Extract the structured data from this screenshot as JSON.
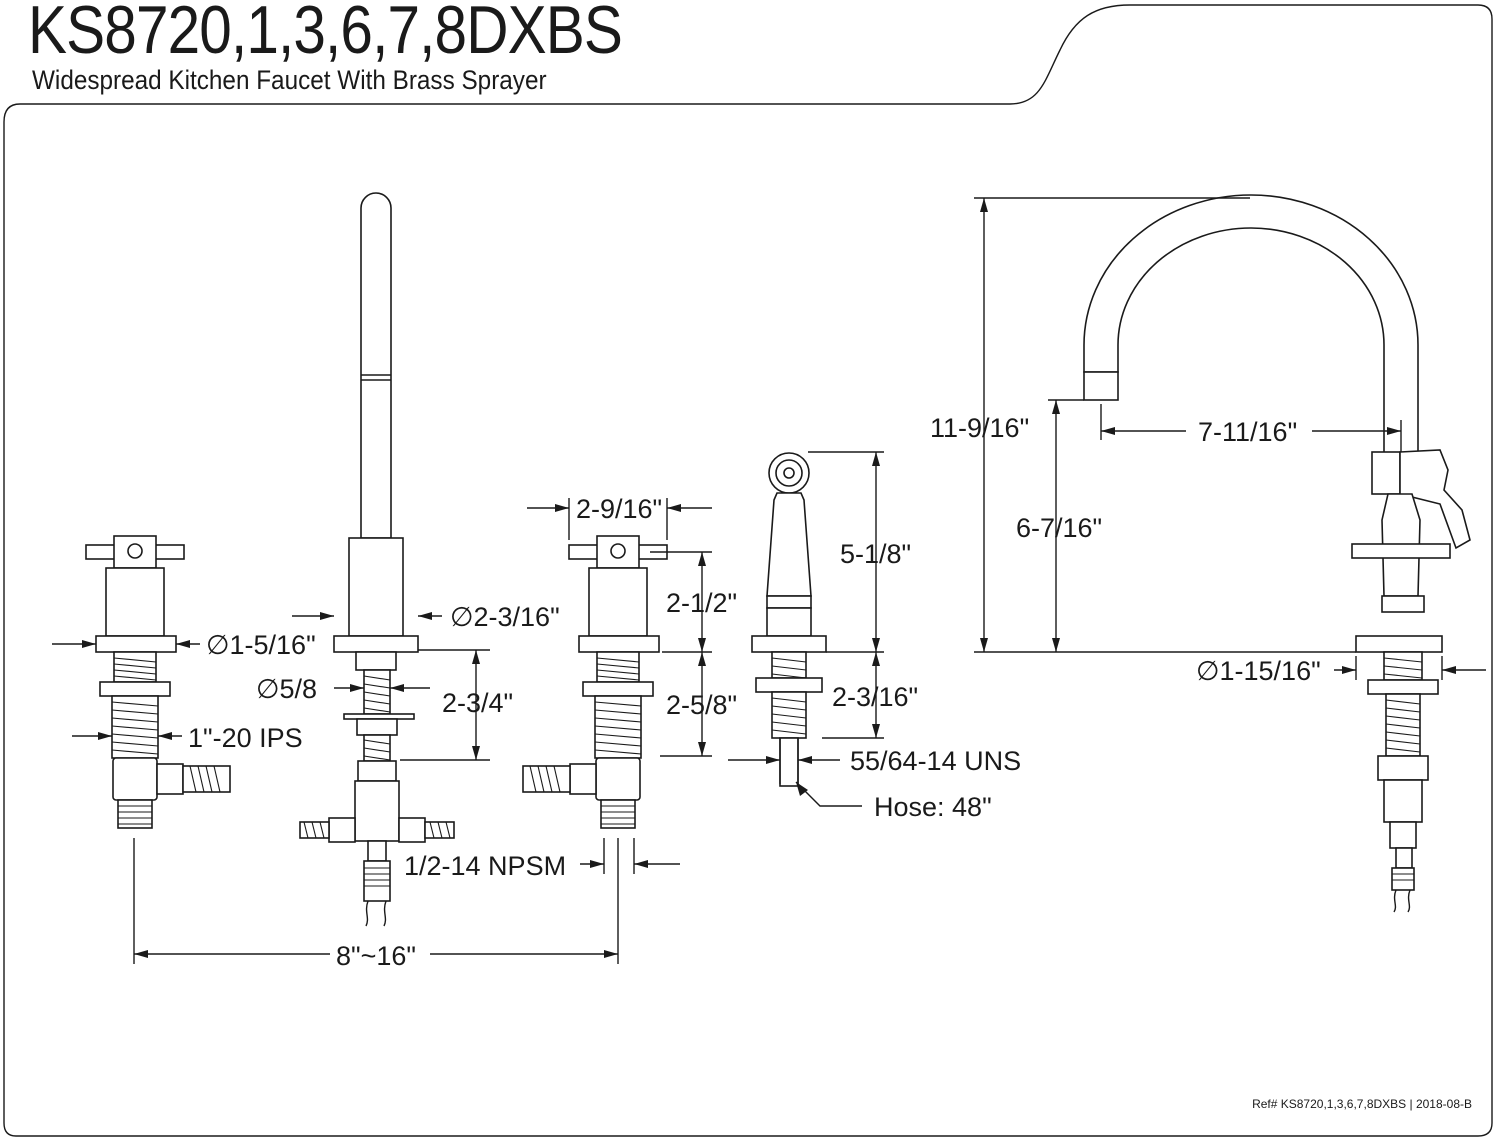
{
  "header": {
    "model": "KS8720,1,3,6,7,8DXBS",
    "description": "Widespread Kitchen Faucet With Brass Sprayer"
  },
  "dimensions": {
    "handle_flange_diameter": "∅1-5/16\"",
    "handle_shank_thread": "1\"-20 IPS",
    "spout_base_diameter": "∅2-3/16\"",
    "spout_shank_diameter": "∅5/8",
    "spout_shank_length": "2-3/4\"",
    "handle_width": "2-9/16\"",
    "handle_height": "2-1/2\"",
    "handle_shank_length": "2-5/8\"",
    "inlet_thread": "1/2-14 NPSM",
    "center_spread": "8\"~16\"",
    "sprayer_height": "5-1/8\"",
    "sprayer_shank_length": "2-3/16\"",
    "sprayer_thread": "55/64-14 UNS",
    "hose_length": "Hose: 48\"",
    "spout_total_height": "11-9/16\"",
    "spout_reach": "7-11/16\"",
    "spout_clearance": "6-7/16\"",
    "side_flange_diameter": "∅1-15/16\""
  },
  "footer": {
    "reference": "Ref# KS8720,1,3,6,7,8DXBS | 2018-08-B"
  }
}
